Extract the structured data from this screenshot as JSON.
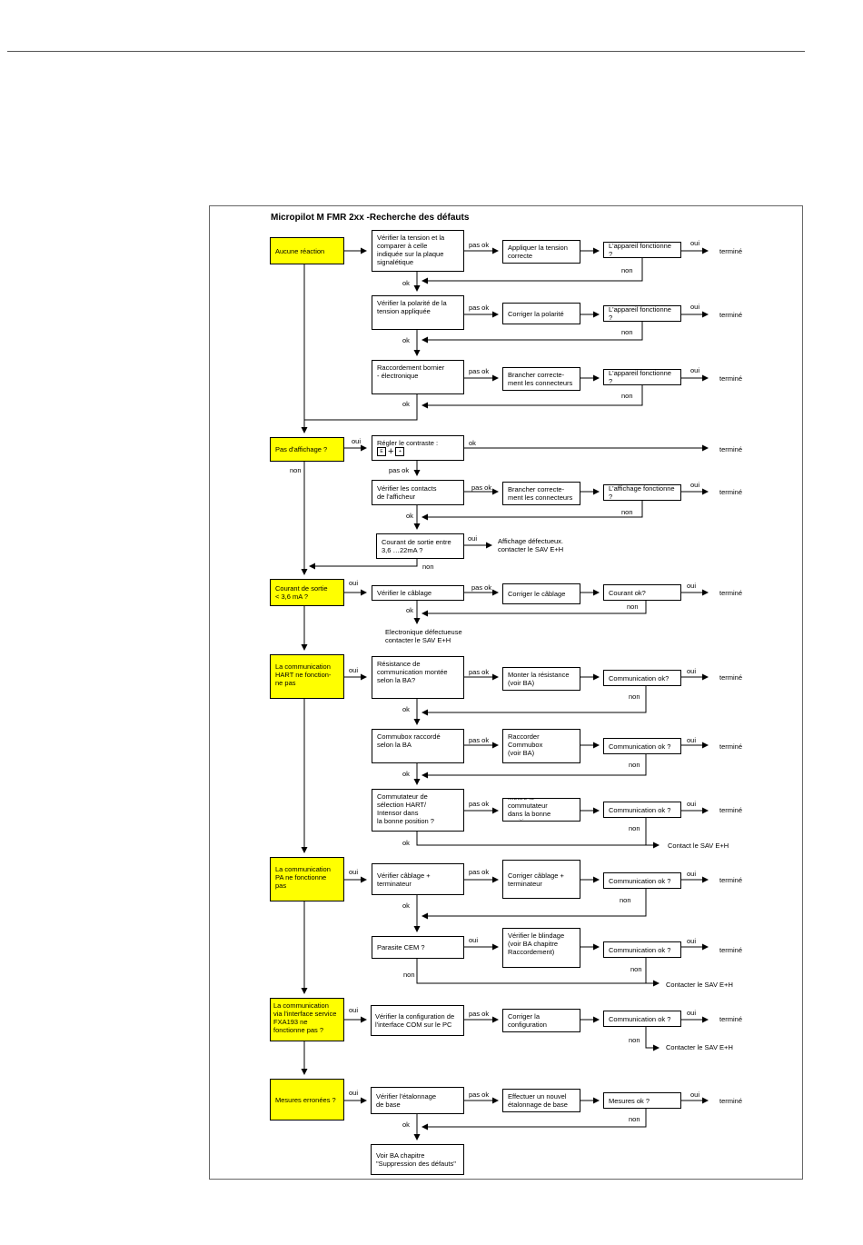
{
  "title": "Micropilot M FMR 2xx -Recherche des défauts",
  "sections": {
    "aucune_reaction": {
      "start": "Aucune réaction",
      "steps": [
        {
          "check": "Vérifier la tension et la\ncomparer à celle\nindiquée sur la plaque\nsignalétique",
          "fix": "Appliquer la tension\ncorrecte",
          "test": "L'appareil fonctionne ?"
        },
        {
          "check": "Vérifier la polarité de la\ntension appliquée",
          "fix": "Corriger la polarité",
          "test": "L'appareil fonctionne ?"
        },
        {
          "check": "Raccordement bornier\n- électronique",
          "fix": "Brancher  correcte-\nment les connecteurs",
          "test": "L'appareil fonctionne ?"
        }
      ]
    },
    "pas_affichage": {
      "start": "Pas d'affichage ?",
      "contrast": "Régler le contraste :",
      "key_e": "E",
      "key_plus": "+",
      "key_p": "+",
      "step_check": "Vérifier les contacts\nde l'afficheur",
      "step_fix": "Brancher  correcte-\nment les connecteurs",
      "step_test": "L'affichage fonctionne ?",
      "current_check": "Courant de sortie entre\n3,6 …22mA ?",
      "result": "Affichage défectueux.\ncontacter le SAV E+H"
    },
    "courant": {
      "start": "Courant de sortie\n< 3,6 mA ?",
      "check": "Vérifier le câblage",
      "fix": "Corriger le câblage",
      "test": "Courant ok?",
      "result": "Electronique défectueuse\ncontacter le SAV E+H"
    },
    "hart": {
      "start": "La communication\nHART ne fonction-\nne pas",
      "steps": [
        {
          "check": "Résistance de\ncommunication montée\nselon la BA?",
          "fix": "Monter la résistance\n(voir BA)",
          "test": "Communication ok?"
        },
        {
          "check": "Commubox raccordé\nselon la BA",
          "fix": "Raccorder\nCommubox\n(voir BA)",
          "test": "Communication ok ?"
        },
        {
          "check": "Commutateur de\nsélection HART/\nIntensor dans\nla bonne position ?",
          "fix": "Mettre le commutateur\ndans la bonne position",
          "test": "Communication ok ?"
        }
      ],
      "result": "Contact le SAV E+H"
    },
    "pa": {
      "start": "La communication\nPA ne fonctionne\npas",
      "steps": [
        {
          "check": "Vérifier câblage +\nterminateur",
          "fix": "Corriger câblage +\nterminateur",
          "test": "Communication ok ?"
        },
        {
          "check": "Parasite CEM ?",
          "fix": "Vérifier le blindage\n(voir BA chapitre\nRaccordement)",
          "test": "Communication ok ?"
        }
      ],
      "result": "Contacter le SAV E+H"
    },
    "fxa": {
      "start": "La communication\nvia l'interface service\nFXA193 ne\nfonctionne pas ?",
      "check": "Vérifier la configuration de\nl'interface COM sur le PC",
      "fix": "Corriger la\nconfiguration",
      "test": "Communication ok ?",
      "result": "Contacter le SAV E+H"
    },
    "mesures": {
      "start": "Mesures erronées ?",
      "check": "Vérifier l'étalonnage\nde base",
      "fix": "Effectuer un nouvel\nétalonnage de base",
      "test": "Mesures ok ?",
      "final": "Voir BA chapitre\n\"Suppression des défauts\""
    }
  },
  "labels": {
    "oui": "oui",
    "non": "non",
    "ok": "ok",
    "pas_ok": "pas ok",
    "termine": "terminé"
  },
  "colors": {
    "start_fill": "#ffff00",
    "line": "#000000"
  }
}
